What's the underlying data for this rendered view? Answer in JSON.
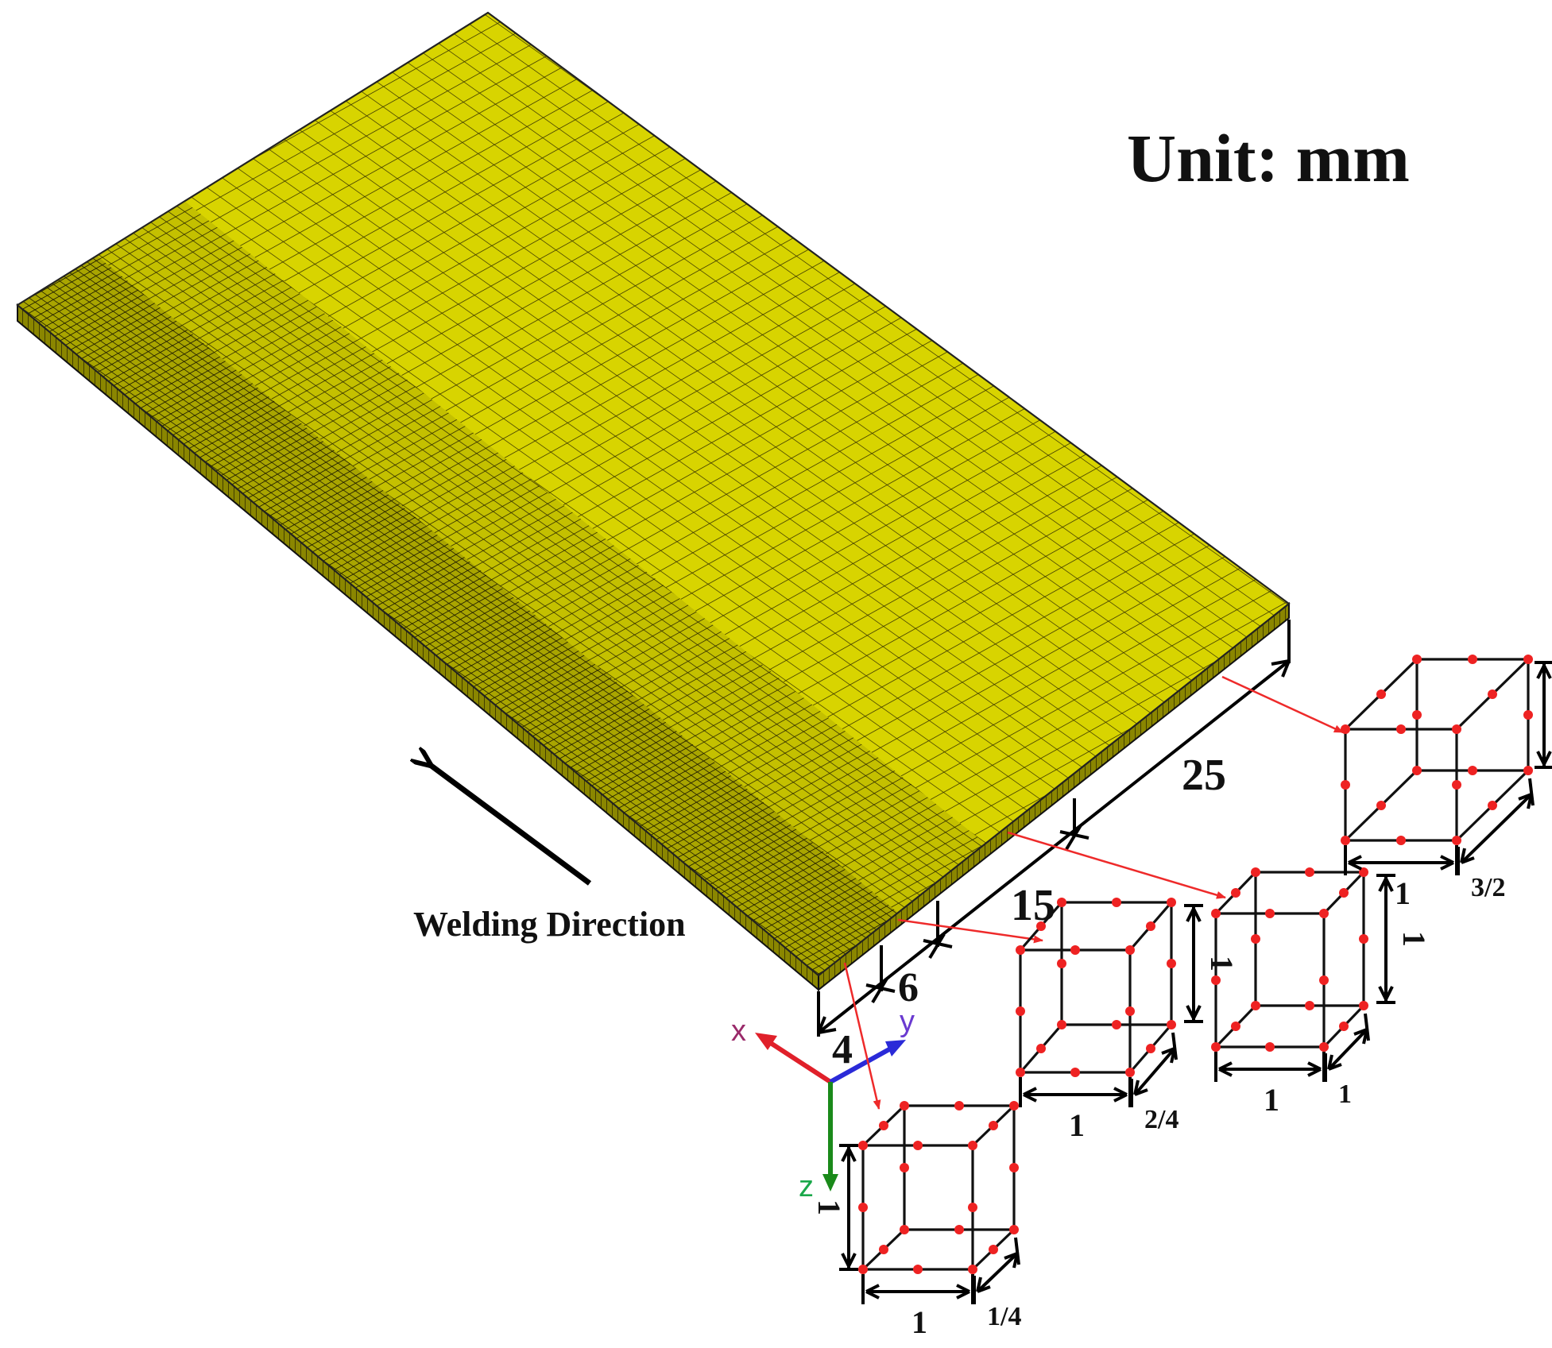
{
  "title": "Unit: mm",
  "welding_direction_label": "Welding Direction",
  "zones": [
    {
      "width_label": "4",
      "element": {
        "edge_label": "1",
        "height_label": "1",
        "depth_label": "1/4"
      }
    },
    {
      "width_label": "6",
      "element": {
        "edge_label": "1",
        "height_label": "1",
        "depth_label": "2/4"
      }
    },
    {
      "width_label": "15",
      "element": {
        "edge_label": "1",
        "height_label": "1",
        "depth_label": "1"
      }
    },
    {
      "width_label": "25",
      "element": {
        "edge_label": "1",
        "height_label": "1",
        "depth_label": "3/2"
      }
    }
  ],
  "axes": {
    "x": "x",
    "y": "y",
    "z": "z"
  },
  "colors": {
    "plate": "#d6d200",
    "mesh_line": "#2b2800",
    "node": "#ee2222",
    "callout_arrow": "#ee2a2a",
    "axis_x": "#e0202a",
    "axis_y": "#2a2ad8",
    "axis_z": "#1a8a1a",
    "axis_x_label": "#9a2a6a",
    "axis_y_label": "#6a3ad0",
    "axis_z_label": "#1aa84a"
  }
}
